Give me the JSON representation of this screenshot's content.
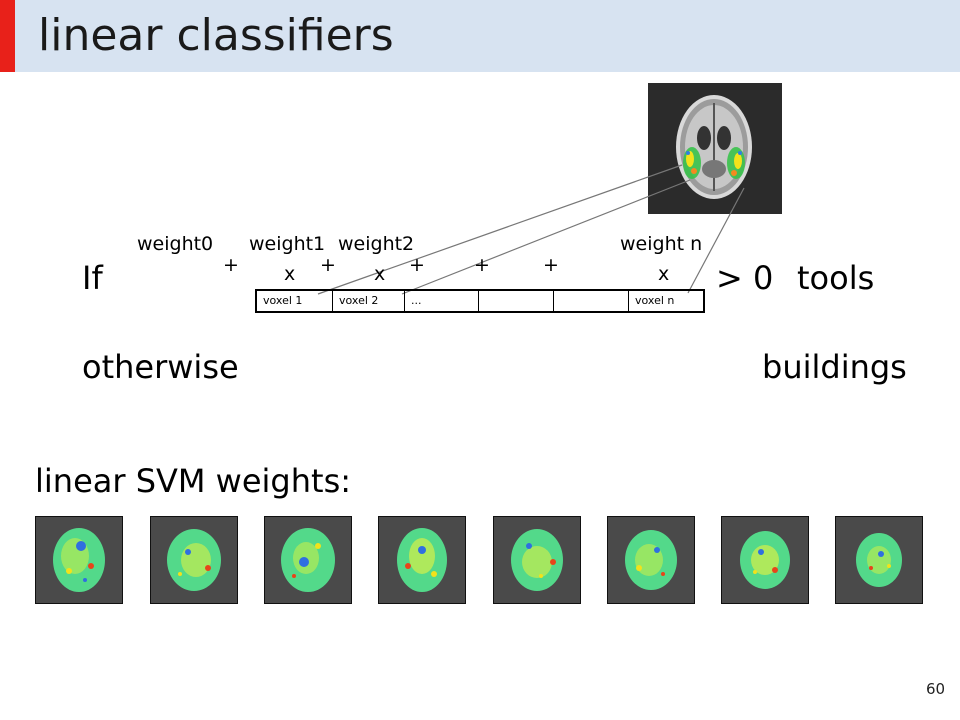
{
  "title": "linear classifiers",
  "if_label": "If",
  "weights": {
    "w0": "weight0",
    "w1": "weight1",
    "w2": "weight2",
    "wn": "weight n"
  },
  "operators": {
    "plus": "+",
    "times": "x"
  },
  "condition": "> 0",
  "class_true": "tools",
  "otherwise_label": "otherwise",
  "class_false": "buildings",
  "voxels": [
    "voxel 1",
    "voxel 2",
    "...",
    "",
    "",
    "voxel n"
  ],
  "svm_heading": "linear SVM weights:",
  "svm_thumbnail_count": 8,
  "slide_number": "60",
  "colors": {
    "title_bar": "#d7e3f1",
    "accent": "#e8211a",
    "map_background": "#4a4a4a"
  }
}
